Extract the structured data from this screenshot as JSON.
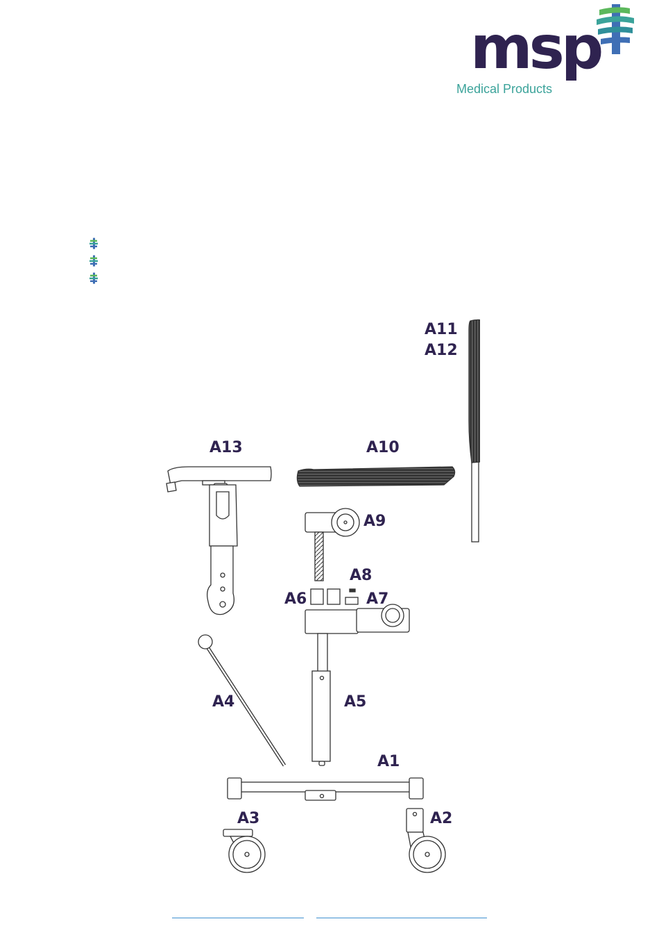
{
  "logo": {
    "wordmark": "msp",
    "tagline": "Medical Products",
    "mark_icon": "msp-cross-stripes-icon",
    "colors": {
      "dark": "#2f2350",
      "teal": "#3ba39a",
      "green": "#5cb85c",
      "blue": "#3f6fb5"
    }
  },
  "bullets": [
    {
      "icon": "msp-bullet-icon"
    },
    {
      "icon": "msp-bullet-icon"
    },
    {
      "icon": "msp-bullet-icon"
    }
  ],
  "diagram": {
    "labels": {
      "a1": "A1",
      "a2": "A2",
      "a3": "A3",
      "a4": "A4",
      "a5": "A5",
      "a6": "A6",
      "a7": "A7",
      "a8": "A8",
      "a9": "A9",
      "a10": "A10",
      "a11": "A11",
      "a12": "A12",
      "a13": "A13"
    },
    "label_color": "#2f2350"
  },
  "footer": {
    "link_color": "#3f8fd0"
  }
}
